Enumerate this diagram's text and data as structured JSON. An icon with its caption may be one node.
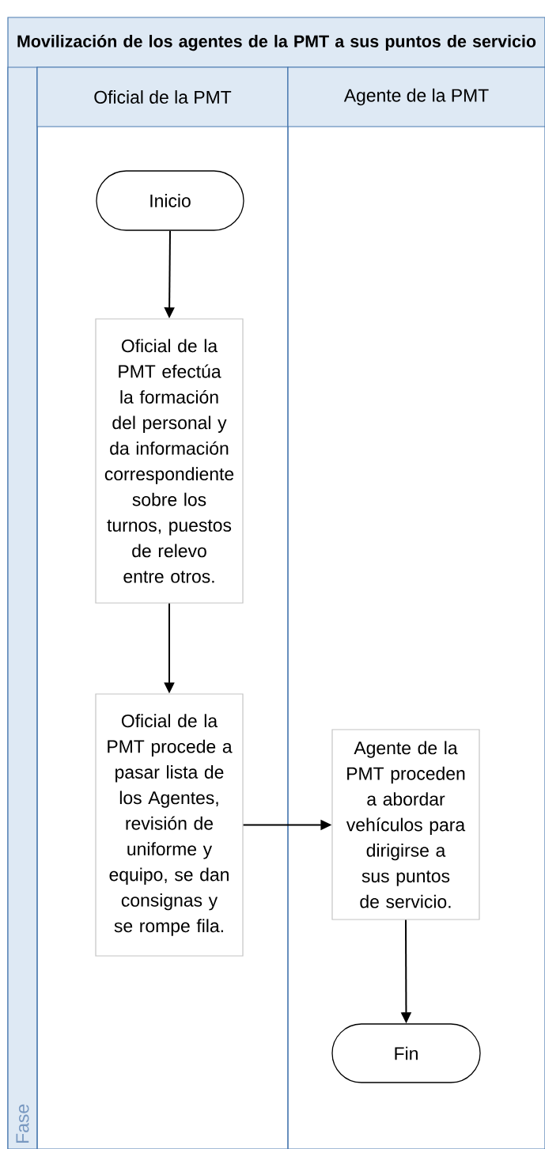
{
  "diagram": {
    "nodes": [
      {
        "text": [
          "Movilización de los agentes de la PMT a sus puntos de servicio"
        ]
      },
      {
        "text": [
          "Fase"
        ],
        "in": 0
      },
      {
        "text": [
          "Oficial de la PMT"
        ],
        "in": 0
      },
      {
        "text": [
          "Agente de la PMT"
        ],
        "in": 0
      },
      {
        "text": [
          "Inicio"
        ],
        "in": 2
      },
      {
        "text": [
          "Oficial de la PMT efectúa la formación del personal y da información correspondiente sobre los turnos, puestos de relevo entre otros."
        ],
        "in": 2
      },
      {
        "text": [
          "Oficial de la PMT procede a pasar lista de los Agentes, revisión de uniforme y equipo, se dan consignas y se rompe fila."
        ],
        "in": 2
      },
      {
        "text": [
          "Agente de la PMT proceden a abordar vehículos para dirigirse a sus puntos de servicio."
        ],
        "in": 3
      },
      {
        "text": [
          "Fin"
        ],
        "in": 3
      }
    ],
    "edges": [
      {
        "from": 4,
        "to": 5,
        "arrow": "to"
      },
      {
        "from": 5,
        "to": 6,
        "arrow": "to"
      },
      {
        "from": 6,
        "to": 7,
        "arrow": "to"
      },
      {
        "from": 7,
        "to": 8,
        "arrow": "to"
      }
    ]
  }
}
